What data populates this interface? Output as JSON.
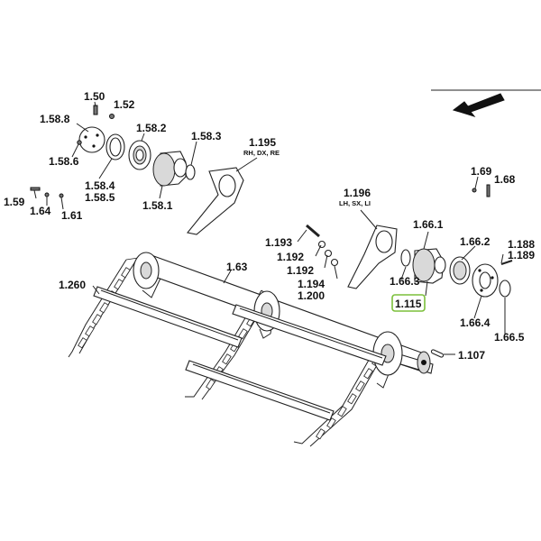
{
  "labels": {
    "p_1_50": "1.50",
    "p_1_52": "1.52",
    "p_1_58_8": "1.58.8",
    "p_1_58_2": "1.58.2",
    "p_1_58_3": "1.58.3",
    "p_1_195": "1.195",
    "p_1_195_sub": "RH, DX, RE",
    "p_1_58_6": "1.58.6",
    "p_1_58_4": "1.58.4",
    "p_1_58_5": "1.58.5",
    "p_1_58_1": "1.58.1",
    "p_1_59": "1.59",
    "p_1_64": "1.64",
    "p_1_61": "1.61",
    "p_1_69": "1.69",
    "p_1_68": "1.68",
    "p_1_196": "1.196",
    "p_1_196_sub": "LH, SX, LI",
    "p_1_66_1": "1.66.1",
    "p_1_193": "1.193",
    "p_1_192a": "1.192",
    "p_1_192b": "1.192",
    "p_1_194": "1.194",
    "p_1_200": "1.200",
    "p_1_66_2": "1.66.2",
    "p_1_188": "1.188",
    "p_1_189": "1.189",
    "p_1_260": "1.260",
    "p_1_63": "1.63",
    "p_1_66_3": "1.66.3",
    "p_1_115": "1.115",
    "p_1_66_4": "1.66.4",
    "p_1_66_5": "1.66.5",
    "p_1_107": "1.107"
  },
  "highlighted_part": "1.115",
  "colors": {
    "highlight": "#7bbf3a",
    "line": "#222222",
    "shade": "#d9d9d9"
  },
  "icons": {
    "direction": "direction-arrow-icon"
  }
}
